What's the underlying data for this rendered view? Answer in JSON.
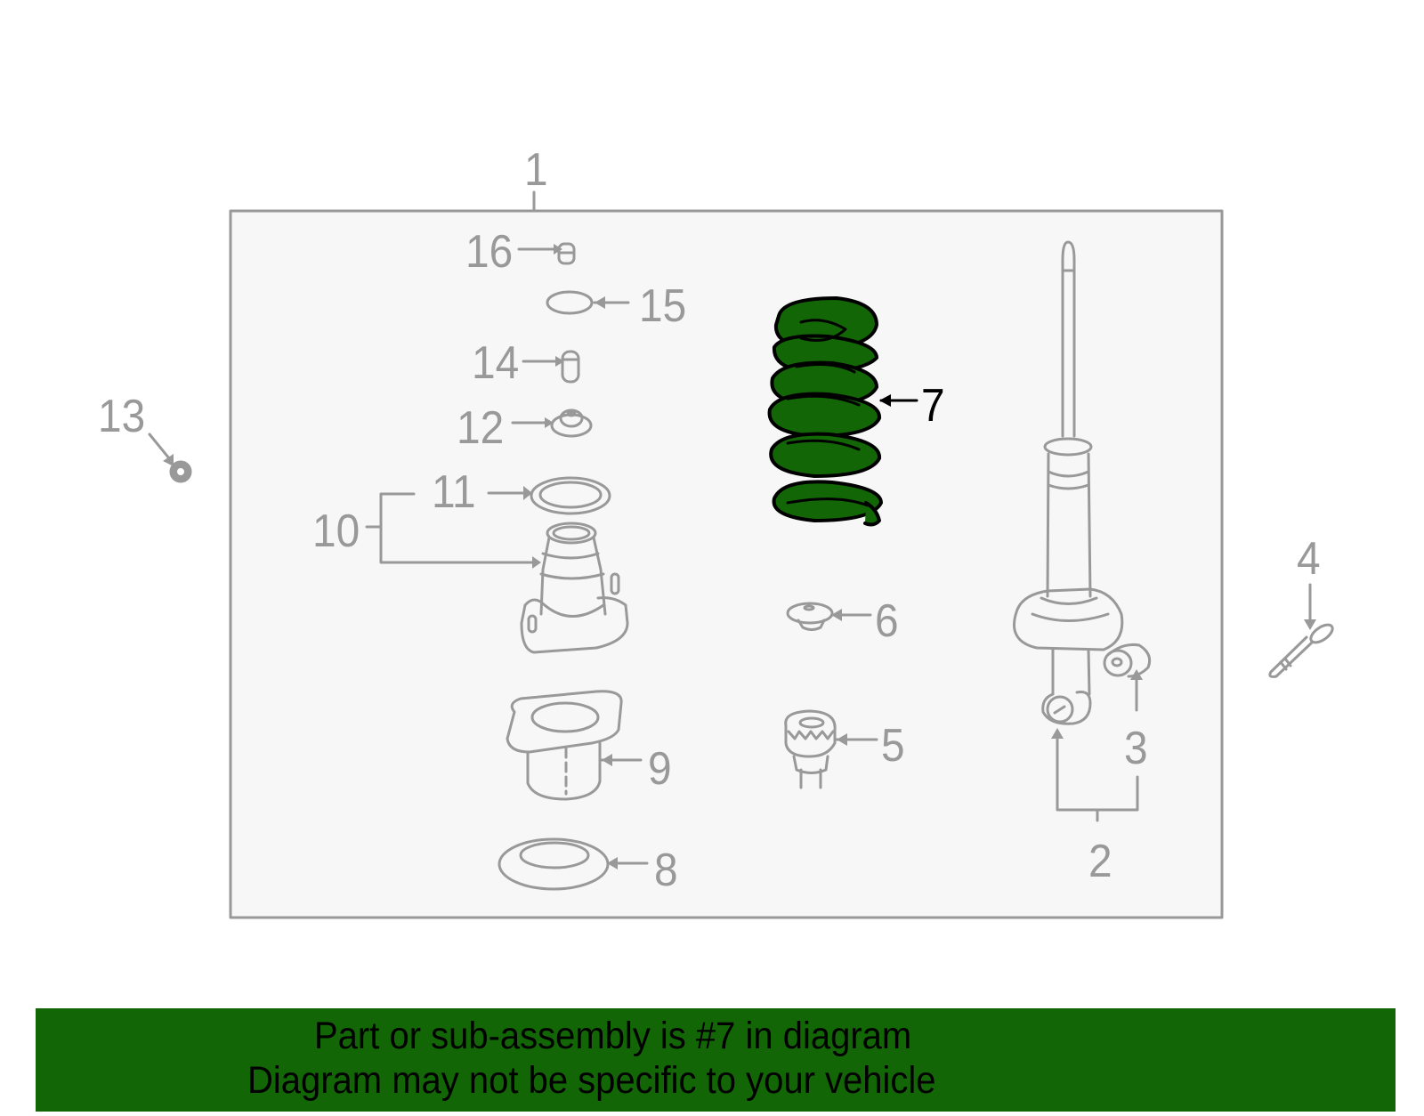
{
  "diagram": {
    "title": "Rear Suspension Strut Assembly Exploded Diagram",
    "highlighted_part": 7,
    "colors": {
      "part_outline": "#999999",
      "highlight_fill": "#136606",
      "highlight_outline": "#000000",
      "box_fill": "#f7f7f7",
      "banner_bg": "#136606"
    },
    "callouts": [
      {
        "id": "1",
        "label": "1"
      },
      {
        "id": "2",
        "label": "2"
      },
      {
        "id": "3",
        "label": "3"
      },
      {
        "id": "4",
        "label": "4"
      },
      {
        "id": "5",
        "label": "5"
      },
      {
        "id": "6",
        "label": "6"
      },
      {
        "id": "7",
        "label": "7"
      },
      {
        "id": "8",
        "label": "8"
      },
      {
        "id": "9",
        "label": "9"
      },
      {
        "id": "10",
        "label": "10"
      },
      {
        "id": "11",
        "label": "11"
      },
      {
        "id": "12",
        "label": "12"
      },
      {
        "id": "13",
        "label": "13"
      },
      {
        "id": "14",
        "label": "14"
      },
      {
        "id": "15",
        "label": "15"
      },
      {
        "id": "16",
        "label": "16"
      }
    ]
  },
  "banner": {
    "line1": "Part or sub-assembly is #7 in diagram",
    "line2": "Diagram may not be specific to your vehicle"
  }
}
